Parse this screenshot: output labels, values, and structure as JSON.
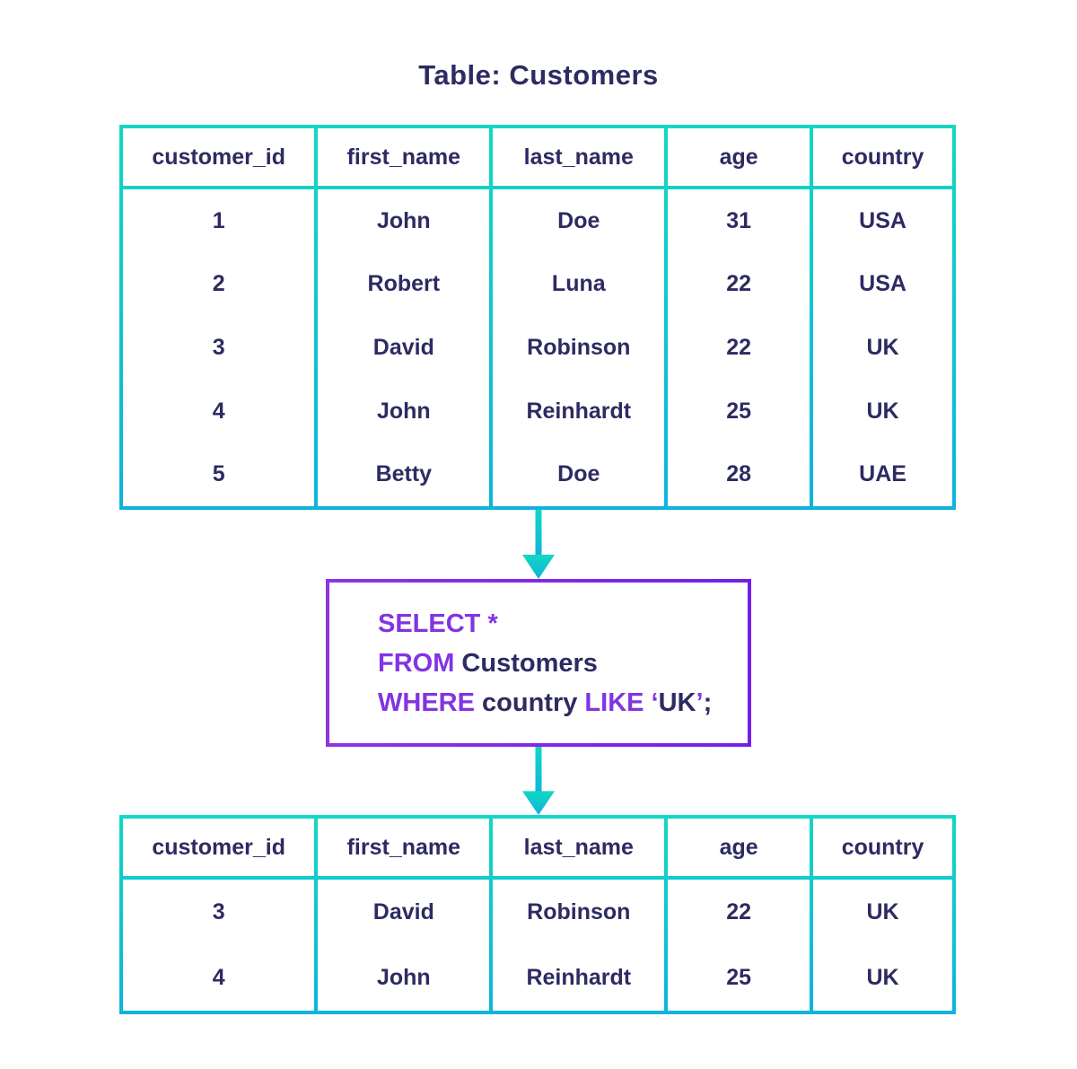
{
  "title": "Table: Customers",
  "source_table": {
    "headers": [
      "customer_id",
      "first_name",
      "last_name",
      "age",
      "country"
    ],
    "rows": [
      [
        "1",
        "John",
        "Doe",
        "31",
        "USA"
      ],
      [
        "2",
        "Robert",
        "Luna",
        "22",
        "USA"
      ],
      [
        "3",
        "David",
        "Robinson",
        "22",
        "UK"
      ],
      [
        "4",
        "John",
        "Reinhardt",
        "25",
        "UK"
      ],
      [
        "5",
        "Betty",
        "Doe",
        "28",
        "UAE"
      ]
    ]
  },
  "query": {
    "lines": [
      [
        {
          "t": "SELECT",
          "s": "kw"
        },
        {
          "t": " *",
          "s": "kw"
        }
      ],
      [
        {
          "t": "FROM",
          "s": "kw"
        },
        {
          "t": " Customers",
          "s": "plain"
        }
      ],
      [
        {
          "t": "WHERE",
          "s": "kw"
        },
        {
          "t": " country ",
          "s": "plain"
        },
        {
          "t": "LIKE",
          "s": "kw"
        },
        {
          "t": " ‘",
          "s": "kw"
        },
        {
          "t": "UK",
          "s": "plain"
        },
        {
          "t": "’",
          "s": "kw"
        },
        {
          "t": ";",
          "s": "plain"
        }
      ]
    ]
  },
  "result_table": {
    "headers": [
      "customer_id",
      "first_name",
      "last_name",
      "age",
      "country"
    ],
    "rows": [
      [
        "3",
        "David",
        "Robinson",
        "22",
        "UK"
      ],
      [
        "4",
        "John",
        "Reinhardt",
        "25",
        "UK"
      ]
    ]
  },
  "icons": {
    "arrow1": "down-arrow-icon",
    "arrow2": "down-arrow-icon"
  },
  "colors": {
    "navy": "#2d2b62",
    "purple": "#8234e2",
    "purple_left": "#9132e4",
    "purple_right": "#7220e9",
    "teal_top": "#12d7c3",
    "teal_bottom": "#0fb3dc"
  }
}
